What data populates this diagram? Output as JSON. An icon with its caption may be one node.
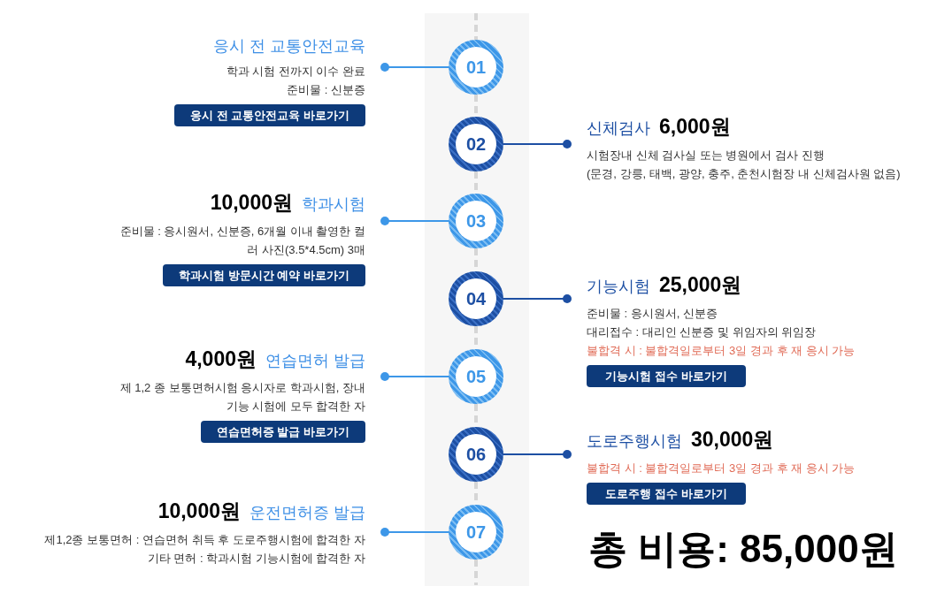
{
  "diagram": {
    "nodes": [
      {
        "text": [
          "응시 전 교통안전교육",
          "학과 시험 전까지 이수 완료",
          "준비물 : 신분증"
        ]
      },
      {
        "text": [
          "응시 전 교통안전교육 바로가기"
        ],
        "in": 0
      },
      {
        "text": [
          "01"
        ]
      },
      {
        "text": [
          "02"
        ]
      },
      {
        "text": [
          "신체검사",
          "6,000원",
          "시험장내 신체 검사실 또는 병원에서 검사 진행",
          "(문경, 강릉, 태백, 광양, 충주, 춘천시험장 내 신체검사원 없음)"
        ]
      },
      {
        "text": [
          "10,000원",
          "학과시험",
          "준비물 : 응시원서, 신분증, 6개월 이내 촬영한 컬러 사진(3.5*4.5cm) 3매"
        ]
      },
      {
        "text": [
          "학과시험 방문시간 예약 바로가기"
        ],
        "in": 5
      },
      {
        "text": [
          "03"
        ]
      },
      {
        "text": [
          "04"
        ]
      },
      {
        "text": [
          "기능시험",
          "25,000원",
          "준비물 : 응시원서, 신분증",
          "대리접수 : 대리인 신분증 및 위임자의 위임장",
          "불합격 시 : 불합격일로부터 3일 경과 후 재 응시 가능"
        ]
      },
      {
        "text": [
          "기능시험 접수 바로가기"
        ],
        "in": 9
      },
      {
        "text": [
          "4,000원",
          "연습면허 발급",
          "제 1,2 종 보통면허시험 응시자로 학과시험, 장내기능 시험에 모두 합격한 자"
        ]
      },
      {
        "text": [
          "연습면허증 발급 바로가기"
        ],
        "in": 11
      },
      {
        "text": [
          "05"
        ]
      },
      {
        "text": [
          "06"
        ]
      },
      {
        "text": [
          "도로주행시험",
          "30,000원",
          "불합격 시 : 불합격일로부터 3일 경과 후 재 응시 가능"
        ]
      },
      {
        "text": [
          "도로주행 접수 바로가기"
        ],
        "in": 15
      },
      {
        "text": [
          "10,000원",
          "운전면허증 발급",
          "제1,2종 보통면허 : 연습면허 취득 후 도로주행시험에 합격한 자",
          "기타 면허 : 학과시험 기능시험에 합격한 자"
        ]
      },
      {
        "text": [
          "07"
        ]
      }
    ],
    "edges": [
      {
        "from": 2,
        "to": 0,
        "arrow": "other",
        "color": "#3d97e8"
      },
      {
        "from": 3,
        "to": 4,
        "arrow": "other",
        "color": "#1d4fa3"
      },
      {
        "from": 7,
        "to": 5,
        "arrow": "other",
        "color": "#3d97e8"
      },
      {
        "from": 8,
        "to": 9,
        "arrow": "other",
        "color": "#1d4fa3"
      },
      {
        "from": 13,
        "to": 11,
        "arrow": "other",
        "color": "#3d97e8"
      },
      {
        "from": 14,
        "to": 15,
        "arrow": "other",
        "color": "#1d4fa3"
      },
      {
        "from": 18,
        "to": 17,
        "arrow": "other",
        "color": "#3d97e8"
      },
      {
        "from": 2,
        "to": 3,
        "arrow": "none",
        "style": "dashed",
        "color": "#d6d6d6"
      },
      {
        "from": 3,
        "to": 7,
        "arrow": "none",
        "style": "dashed",
        "color": "#d6d6d6"
      },
      {
        "from": 7,
        "to": 8,
        "arrow": "none",
        "style": "dashed",
        "color": "#d6d6d6"
      },
      {
        "from": 8,
        "to": 13,
        "arrow": "none",
        "style": "dashed",
        "color": "#d6d6d6"
      },
      {
        "from": 13,
        "to": 14,
        "arrow": "none",
        "style": "dashed",
        "color": "#d6d6d6"
      },
      {
        "from": 14,
        "to": 18,
        "arrow": "none",
        "style": "dashed",
        "color": "#d6d6d6"
      }
    ],
    "labels": [
      "총 비용: 85,000원"
    ]
  }
}
